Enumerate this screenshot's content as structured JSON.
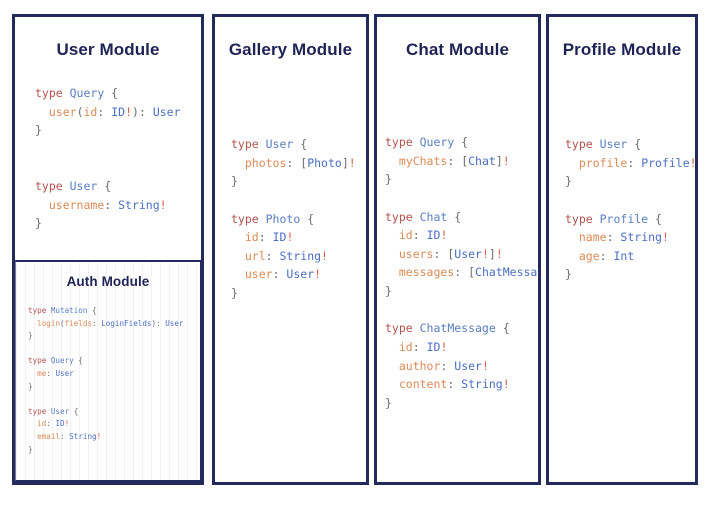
{
  "page": {
    "background": "#ffffff",
    "border_color": "#252a5e",
    "title_color": "#1f2255",
    "nested_border_color": "#7b7a99"
  },
  "palette": {
    "keyword": "#b4534e",
    "type_name": "#5a7ec0",
    "field_name": "#dc8a55",
    "value_type": "#4a6fc4",
    "punctuation": "#6d6d6d",
    "bang": "#d4604a"
  },
  "modules": [
    {
      "id": "user",
      "title": "User Module",
      "schema": [
        {
          "tokens": [
            {
              "t": "type ",
              "c": "kw"
            },
            {
              "t": "Query",
              "c": "tname"
            },
            {
              "t": " {",
              "c": "punct"
            }
          ]
        },
        {
          "tokens": [
            {
              "t": "  ",
              "c": "punct"
            },
            {
              "t": "user",
              "c": "field"
            },
            {
              "t": "(",
              "c": "punct"
            },
            {
              "t": "id",
              "c": "field"
            },
            {
              "t": ": ",
              "c": "punct"
            },
            {
              "t": "ID",
              "c": "vtype"
            },
            {
              "t": "!",
              "c": "bang"
            },
            {
              "t": ")",
              "c": "punct"
            },
            {
              "t": ": ",
              "c": "punct"
            },
            {
              "t": "User",
              "c": "vtype"
            }
          ]
        },
        {
          "tokens": [
            {
              "t": "}",
              "c": "punct"
            }
          ]
        },
        {
          "tokens": [
            {
              "t": " ",
              "c": "punct"
            }
          ]
        },
        {
          "tokens": [
            {
              "t": " ",
              "c": "punct"
            }
          ]
        },
        {
          "tokens": [
            {
              "t": "type ",
              "c": "kw"
            },
            {
              "t": "User",
              "c": "tname"
            },
            {
              "t": " {",
              "c": "punct"
            }
          ]
        },
        {
          "tokens": [
            {
              "t": "  ",
              "c": "punct"
            },
            {
              "t": "username",
              "c": "field"
            },
            {
              "t": ": ",
              "c": "punct"
            },
            {
              "t": "String",
              "c": "vtype"
            },
            {
              "t": "!",
              "c": "bang"
            }
          ]
        },
        {
          "tokens": [
            {
              "t": "}",
              "c": "punct"
            }
          ]
        }
      ],
      "nested": {
        "id": "auth",
        "title": "Auth Module",
        "schema": [
          {
            "tokens": [
              {
                "t": "type ",
                "c": "kw"
              },
              {
                "t": "Mutation",
                "c": "tname"
              },
              {
                "t": " {",
                "c": "punct"
              }
            ]
          },
          {
            "tokens": [
              {
                "t": "  ",
                "c": "punct"
              },
              {
                "t": "login",
                "c": "field"
              },
              {
                "t": "(",
                "c": "punct"
              },
              {
                "t": "fields",
                "c": "field"
              },
              {
                "t": ": ",
                "c": "punct"
              },
              {
                "t": "LoginFields",
                "c": "vtype"
              },
              {
                "t": ")",
                "c": "punct"
              },
              {
                "t": ": ",
                "c": "punct"
              },
              {
                "t": "User",
                "c": "vtype"
              }
            ]
          },
          {
            "tokens": [
              {
                "t": "}",
                "c": "punct"
              }
            ]
          },
          {
            "tokens": [
              {
                "t": " ",
                "c": "punct"
              }
            ]
          },
          {
            "tokens": [
              {
                "t": "type ",
                "c": "kw"
              },
              {
                "t": "Query",
                "c": "tname"
              },
              {
                "t": " {",
                "c": "punct"
              }
            ]
          },
          {
            "tokens": [
              {
                "t": "  ",
                "c": "punct"
              },
              {
                "t": "me",
                "c": "field"
              },
              {
                "t": ": ",
                "c": "punct"
              },
              {
                "t": "User",
                "c": "vtype"
              }
            ]
          },
          {
            "tokens": [
              {
                "t": "}",
                "c": "punct"
              }
            ]
          },
          {
            "tokens": [
              {
                "t": " ",
                "c": "punct"
              }
            ]
          },
          {
            "tokens": [
              {
                "t": "type ",
                "c": "kw"
              },
              {
                "t": "User",
                "c": "tname"
              },
              {
                "t": " {",
                "c": "punct"
              }
            ]
          },
          {
            "tokens": [
              {
                "t": "  ",
                "c": "punct"
              },
              {
                "t": "id",
                "c": "field"
              },
              {
                "t": ": ",
                "c": "punct"
              },
              {
                "t": "ID",
                "c": "vtype"
              },
              {
                "t": "!",
                "c": "bang"
              }
            ]
          },
          {
            "tokens": [
              {
                "t": "  ",
                "c": "punct"
              },
              {
                "t": "email",
                "c": "field"
              },
              {
                "t": ": ",
                "c": "punct"
              },
              {
                "t": "String",
                "c": "vtype"
              },
              {
                "t": "!",
                "c": "bang"
              }
            ]
          },
          {
            "tokens": [
              {
                "t": "}",
                "c": "punct"
              }
            ]
          }
        ]
      }
    },
    {
      "id": "gallery",
      "title": "Gallery Module",
      "schema": [
        {
          "tokens": [
            {
              "t": "type ",
              "c": "kw"
            },
            {
              "t": "User",
              "c": "tname"
            },
            {
              "t": " {",
              "c": "punct"
            }
          ]
        },
        {
          "tokens": [
            {
              "t": "  ",
              "c": "punct"
            },
            {
              "t": "photos",
              "c": "field"
            },
            {
              "t": ": ",
              "c": "punct"
            },
            {
              "t": "[",
              "c": "punct"
            },
            {
              "t": "Photo",
              "c": "vtype"
            },
            {
              "t": "]",
              "c": "punct"
            },
            {
              "t": "!",
              "c": "bang"
            }
          ]
        },
        {
          "tokens": [
            {
              "t": "}",
              "c": "punct"
            }
          ]
        },
        {
          "tokens": [
            {
              "t": " ",
              "c": "punct"
            }
          ]
        },
        {
          "tokens": [
            {
              "t": "type ",
              "c": "kw"
            },
            {
              "t": "Photo",
              "c": "tname"
            },
            {
              "t": " {",
              "c": "punct"
            }
          ]
        },
        {
          "tokens": [
            {
              "t": "  ",
              "c": "punct"
            },
            {
              "t": "id",
              "c": "field"
            },
            {
              "t": ": ",
              "c": "punct"
            },
            {
              "t": "ID",
              "c": "vtype"
            },
            {
              "t": "!",
              "c": "bang"
            }
          ]
        },
        {
          "tokens": [
            {
              "t": "  ",
              "c": "punct"
            },
            {
              "t": "url",
              "c": "field"
            },
            {
              "t": ": ",
              "c": "punct"
            },
            {
              "t": "String",
              "c": "vtype"
            },
            {
              "t": "!",
              "c": "bang"
            }
          ]
        },
        {
          "tokens": [
            {
              "t": "  ",
              "c": "punct"
            },
            {
              "t": "user",
              "c": "field"
            },
            {
              "t": ": ",
              "c": "punct"
            },
            {
              "t": "User",
              "c": "vtype"
            },
            {
              "t": "!",
              "c": "bang"
            }
          ]
        },
        {
          "tokens": [
            {
              "t": "}",
              "c": "punct"
            }
          ]
        }
      ]
    },
    {
      "id": "chat",
      "title": "Chat Module",
      "schema": [
        {
          "tokens": [
            {
              "t": "type ",
              "c": "kw"
            },
            {
              "t": "Query",
              "c": "tname"
            },
            {
              "t": " {",
              "c": "punct"
            }
          ]
        },
        {
          "tokens": [
            {
              "t": "  ",
              "c": "punct"
            },
            {
              "t": "myChats",
              "c": "field"
            },
            {
              "t": ": ",
              "c": "punct"
            },
            {
              "t": "[",
              "c": "punct"
            },
            {
              "t": "Chat",
              "c": "vtype"
            },
            {
              "t": "]",
              "c": "punct"
            },
            {
              "t": "!",
              "c": "bang"
            }
          ]
        },
        {
          "tokens": [
            {
              "t": "}",
              "c": "punct"
            }
          ]
        },
        {
          "tokens": [
            {
              "t": " ",
              "c": "punct"
            }
          ]
        },
        {
          "tokens": [
            {
              "t": "type ",
              "c": "kw"
            },
            {
              "t": "Chat",
              "c": "tname"
            },
            {
              "t": " {",
              "c": "punct"
            }
          ]
        },
        {
          "tokens": [
            {
              "t": "  ",
              "c": "punct"
            },
            {
              "t": "id",
              "c": "field"
            },
            {
              "t": ": ",
              "c": "punct"
            },
            {
              "t": "ID",
              "c": "vtype"
            },
            {
              "t": "!",
              "c": "bang"
            }
          ]
        },
        {
          "tokens": [
            {
              "t": "  ",
              "c": "punct"
            },
            {
              "t": "users",
              "c": "field"
            },
            {
              "t": ": ",
              "c": "punct"
            },
            {
              "t": "[",
              "c": "punct"
            },
            {
              "t": "User",
              "c": "vtype"
            },
            {
              "t": "!",
              "c": "bang"
            },
            {
              "t": "]",
              "c": "punct"
            },
            {
              "t": "!",
              "c": "bang"
            }
          ]
        },
        {
          "tokens": [
            {
              "t": "  ",
              "c": "punct"
            },
            {
              "t": "messages",
              "c": "field"
            },
            {
              "t": ": ",
              "c": "punct"
            },
            {
              "t": "[",
              "c": "punct"
            },
            {
              "t": "ChatMessage",
              "c": "vtype"
            },
            {
              "t": "]",
              "c": "punct"
            },
            {
              "t": "!",
              "c": "bang"
            }
          ]
        },
        {
          "tokens": [
            {
              "t": "}",
              "c": "punct"
            }
          ]
        },
        {
          "tokens": [
            {
              "t": " ",
              "c": "punct"
            }
          ]
        },
        {
          "tokens": [
            {
              "t": "type ",
              "c": "kw"
            },
            {
              "t": "ChatMessage",
              "c": "tname"
            },
            {
              "t": " {",
              "c": "punct"
            }
          ]
        },
        {
          "tokens": [
            {
              "t": "  ",
              "c": "punct"
            },
            {
              "t": "id",
              "c": "field"
            },
            {
              "t": ": ",
              "c": "punct"
            },
            {
              "t": "ID",
              "c": "vtype"
            },
            {
              "t": "!",
              "c": "bang"
            }
          ]
        },
        {
          "tokens": [
            {
              "t": "  ",
              "c": "punct"
            },
            {
              "t": "author",
              "c": "field"
            },
            {
              "t": ": ",
              "c": "punct"
            },
            {
              "t": "User",
              "c": "vtype"
            },
            {
              "t": "!",
              "c": "bang"
            }
          ]
        },
        {
          "tokens": [
            {
              "t": "  ",
              "c": "punct"
            },
            {
              "t": "content",
              "c": "field"
            },
            {
              "t": ": ",
              "c": "punct"
            },
            {
              "t": "String",
              "c": "vtype"
            },
            {
              "t": "!",
              "c": "bang"
            }
          ]
        },
        {
          "tokens": [
            {
              "t": "}",
              "c": "punct"
            }
          ]
        }
      ]
    },
    {
      "id": "profile",
      "title": "Profile Module",
      "schema": [
        {
          "tokens": [
            {
              "t": "type ",
              "c": "kw"
            },
            {
              "t": "User",
              "c": "tname"
            },
            {
              "t": " {",
              "c": "punct"
            }
          ]
        },
        {
          "tokens": [
            {
              "t": "  ",
              "c": "punct"
            },
            {
              "t": "profile",
              "c": "field"
            },
            {
              "t": ": ",
              "c": "punct"
            },
            {
              "t": "Profile",
              "c": "vtype"
            },
            {
              "t": "!",
              "c": "bang"
            }
          ]
        },
        {
          "tokens": [
            {
              "t": "}",
              "c": "punct"
            }
          ]
        },
        {
          "tokens": [
            {
              "t": " ",
              "c": "punct"
            }
          ]
        },
        {
          "tokens": [
            {
              "t": "type ",
              "c": "kw"
            },
            {
              "t": "Profile",
              "c": "tname"
            },
            {
              "t": " {",
              "c": "punct"
            }
          ]
        },
        {
          "tokens": [
            {
              "t": "  ",
              "c": "punct"
            },
            {
              "t": "name",
              "c": "field"
            },
            {
              "t": ": ",
              "c": "punct"
            },
            {
              "t": "String",
              "c": "vtype"
            },
            {
              "t": "!",
              "c": "bang"
            }
          ]
        },
        {
          "tokens": [
            {
              "t": "  ",
              "c": "punct"
            },
            {
              "t": "age",
              "c": "field"
            },
            {
              "t": ": ",
              "c": "punct"
            },
            {
              "t": "Int",
              "c": "vtype"
            }
          ]
        },
        {
          "tokens": [
            {
              "t": "}",
              "c": "punct"
            }
          ]
        }
      ]
    }
  ]
}
